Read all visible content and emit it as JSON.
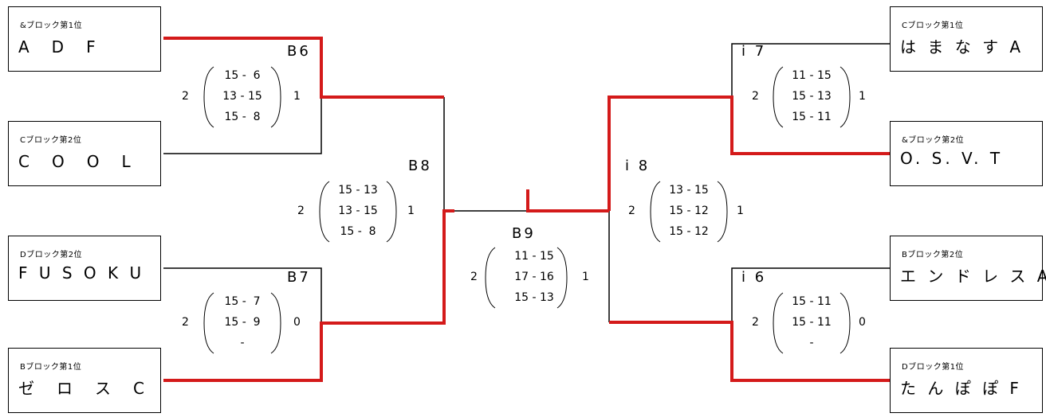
{
  "teams": [
    {
      "id": "t1",
      "sub": "&ブロック第1位",
      "name": "A　D　F"
    },
    {
      "id": "t2",
      "sub": "Cブロック第2位",
      "name": "C　O　O　L"
    },
    {
      "id": "t3",
      "sub": "Dブロック第2位",
      "name": "F U S O K U"
    },
    {
      "id": "t4",
      "sub": "Bブロック第1位",
      "name": "ゼ　ロ　ス　C"
    },
    {
      "id": "t5",
      "sub": "Cブロック第1位",
      "name": "は ま な す A"
    },
    {
      "id": "t6",
      "sub": "&ブロック第2位",
      "name": "O. S. V. T"
    },
    {
      "id": "t7",
      "sub": "Bブロック第2位",
      "name": "エ ン ド レ ス A"
    },
    {
      "id": "t8",
      "sub": "Dブロック第1位",
      "name": "た ん ぽ ぽ F"
    }
  ],
  "matches": [
    {
      "id": "m1",
      "label": "B6",
      "left": "2",
      "right": "1",
      "sets": [
        "15 -  6",
        "13 - 15",
        "15 -  8"
      ]
    },
    {
      "id": "m2",
      "label": "B7",
      "left": "2",
      "right": "0",
      "sets": [
        "15 -  7",
        "15 -  9",
        "-"
      ]
    },
    {
      "id": "m3",
      "label": "B8",
      "left": "2",
      "right": "1",
      "sets": [
        "15 - 13",
        "13 - 15",
        "15 -  8"
      ]
    },
    {
      "id": "m4",
      "label": "B9",
      "left": "2",
      "right": "1",
      "sets": [
        "11 - 15",
        "17 - 16",
        "15 - 13"
      ]
    },
    {
      "id": "m5",
      "label": "i 7",
      "left": "2",
      "right": "1",
      "sets": [
        "11 - 15",
        "15 - 13",
        "15 - 11"
      ]
    },
    {
      "id": "m6",
      "label": "i 6",
      "left": "2",
      "right": "0",
      "sets": [
        "15 - 11",
        "15 - 11",
        "-"
      ]
    },
    {
      "id": "m7",
      "label": "i 8",
      "left": "2",
      "right": "1",
      "sets": [
        "13 - 15",
        "15 - 12",
        "15 - 12"
      ]
    }
  ],
  "colors": {
    "winner_line": "#d41a1a",
    "line": "#000000"
  }
}
